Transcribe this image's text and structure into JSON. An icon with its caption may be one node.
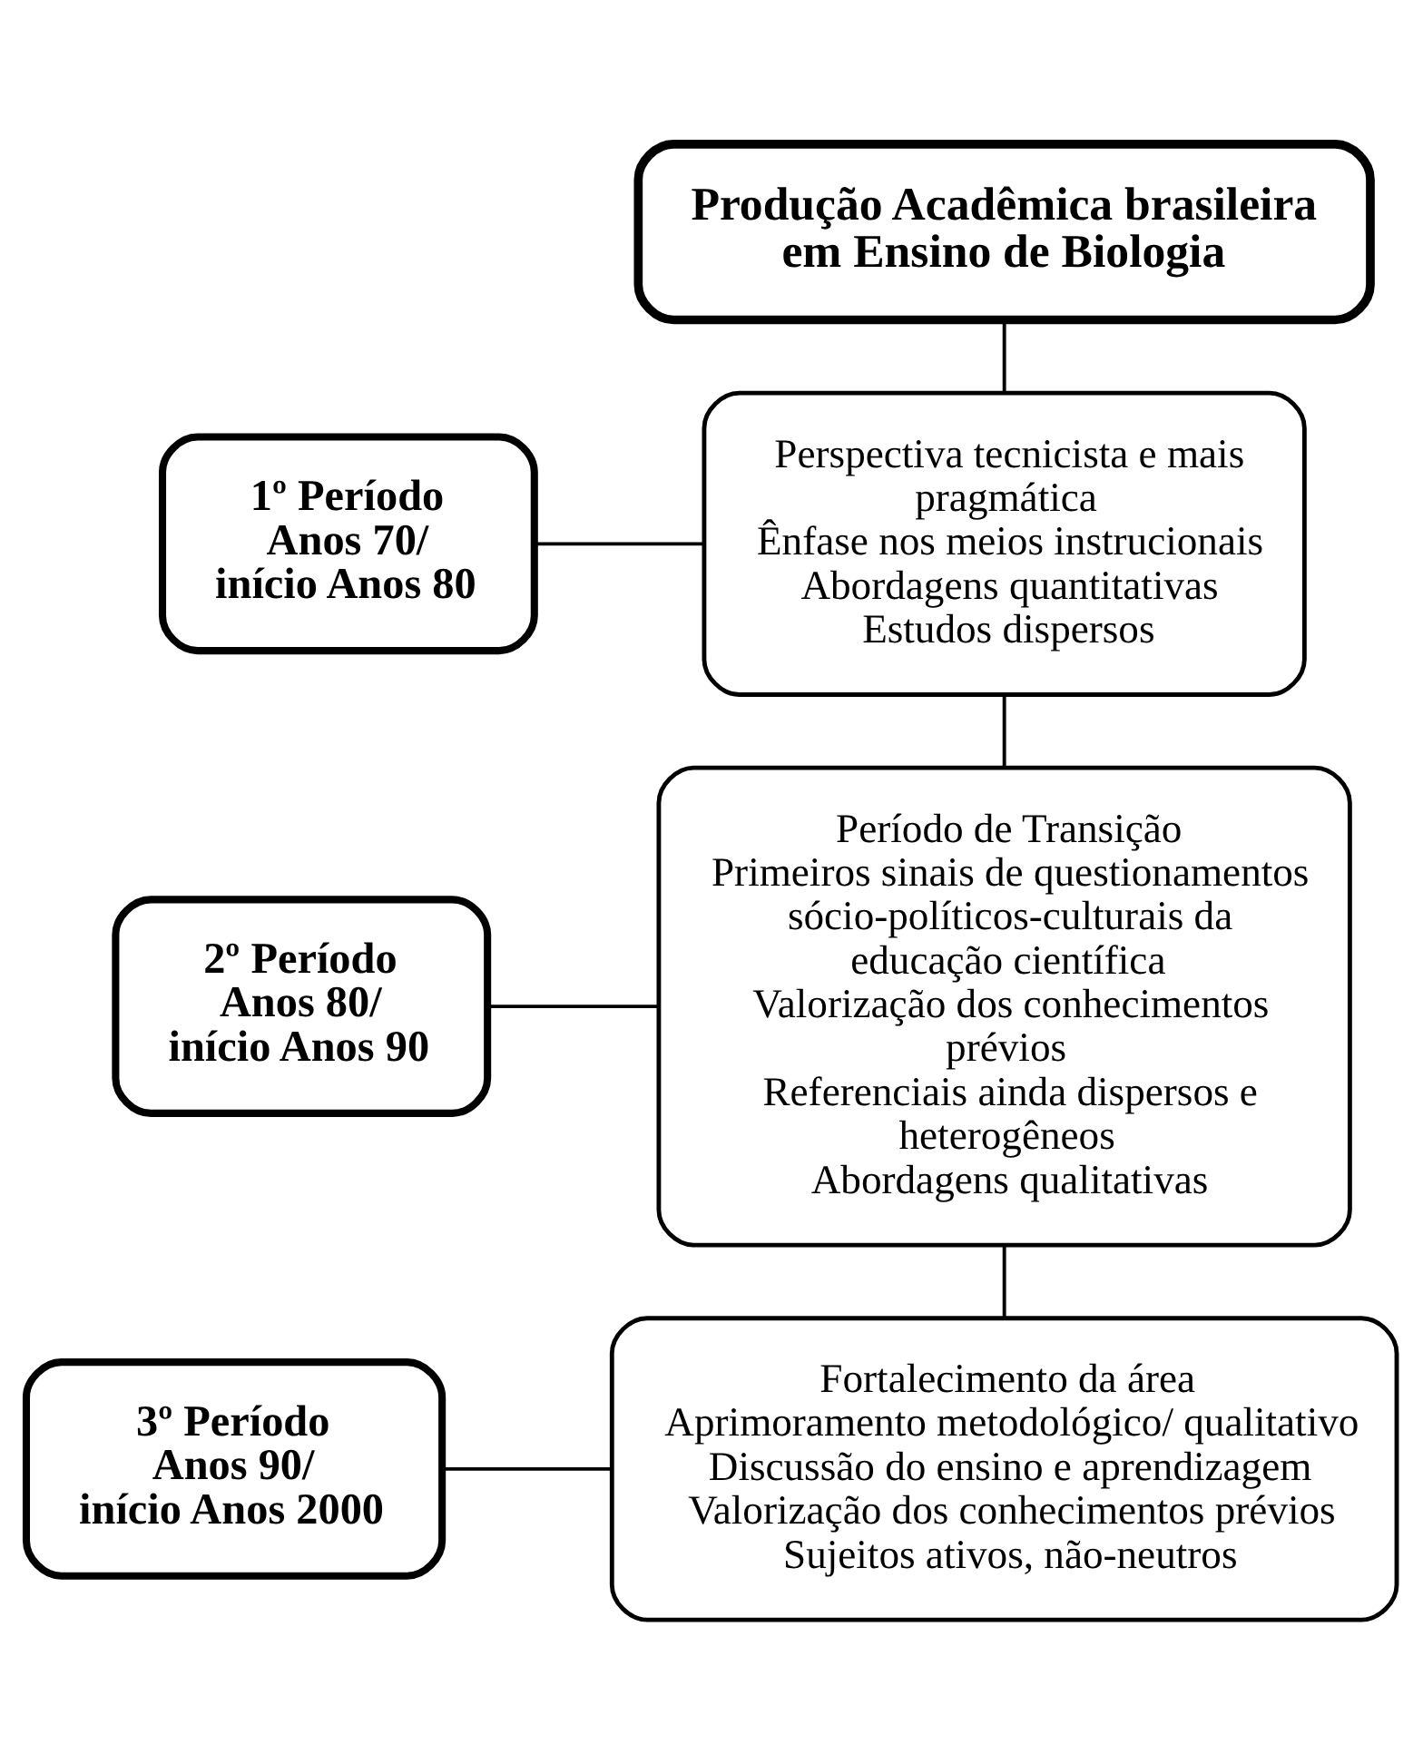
{
  "diagram": {
    "nodes": [
      {
        "text": [
          "Produção Acadêmica brasileira em Ensino de Biologia"
        ]
      },
      {
        "text": [
          "1º Período",
          "Anos 70/",
          "início Anos 80"
        ]
      },
      {
        "text": [
          "Perspectiva tecnicista e mais pragmática",
          "Ênfase nos meios instrucionais",
          "Abordagens quantitativas",
          "Estudos dispersos"
        ]
      },
      {
        "text": [
          "2º Período",
          "Anos 80/",
          "início Anos 90"
        ]
      },
      {
        "text": [
          "Período de Transição",
          "Primeiros sinais de questionamentos sócio-políticos-culturais da educação científica",
          "Valorização dos conhecimentos prévios",
          "Referenciais ainda dispersos e heterogêneos",
          "Abordagens qualitativas"
        ]
      },
      {
        "text": [
          "3º Período",
          "Anos 90/",
          "início Anos 2000"
        ]
      },
      {
        "text": [
          "Fortalecimento da área",
          "Aprimoramento metodológico/ qualitativo",
          "Discussão do ensino e aprendizagem",
          "Valorização dos conhecimentos prévios",
          "Sujeitos ativos, não-neutros"
        ]
      }
    ],
    "edges": [
      {
        "from": 0,
        "to": 2,
        "arrow": "none"
      },
      {
        "from": 1,
        "to": 2,
        "arrow": "none"
      },
      {
        "from": 2,
        "to": 4,
        "arrow": "none"
      },
      {
        "from": 3,
        "to": 4,
        "arrow": "none"
      },
      {
        "from": 4,
        "to": 6,
        "arrow": "none"
      },
      {
        "from": 5,
        "to": 6,
        "arrow": "none"
      }
    ]
  }
}
